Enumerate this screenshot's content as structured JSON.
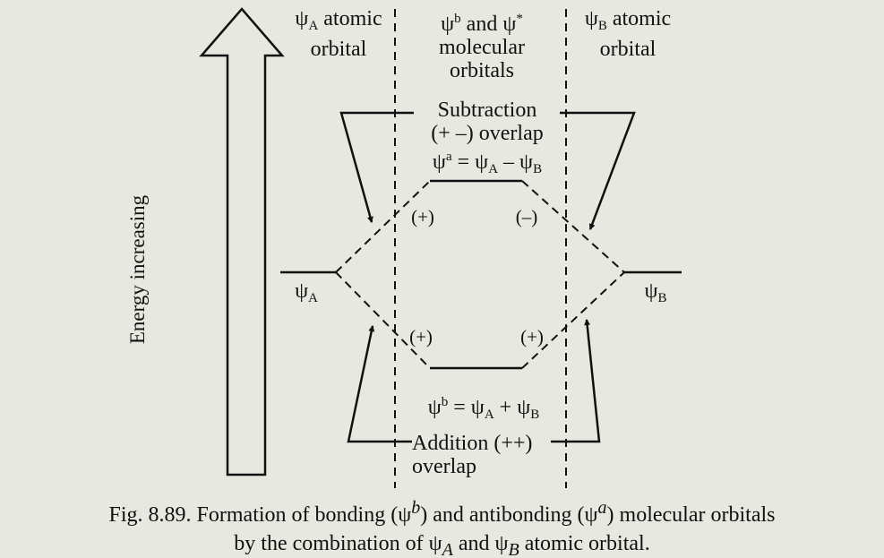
{
  "columns": {
    "left_line1": "atomic",
    "left_line2": "orbital",
    "left_symbol": "ψ",
    "left_sub": "A",
    "middle_line1": "and",
    "middle_line2": "molecular",
    "middle_line3": "orbitals",
    "middle_symbol": "ψ",
    "middle_sup_b": "b",
    "middle_sup_star": "*",
    "right_line1": "atomic",
    "right_line2": "orbital",
    "right_symbol": "ψ",
    "right_sub": "B"
  },
  "energy_arrow": {
    "label": "Energy increasing"
  },
  "levels": {
    "left_symbol": "ψ",
    "left_sub": "A",
    "right_symbol": "ψ",
    "right_sub": "B"
  },
  "subtraction": {
    "line1": "Subtraction",
    "line2": "(+ –) overlap",
    "eq_lhs": "ψ",
    "eq_lhs_sup": "a",
    "eq_rhs": "= ψ",
    "eq_a": "A",
    "eq_minus": " – ψ",
    "eq_b": "B"
  },
  "addition": {
    "line1": "Addition (++)",
    "line2": "overlap",
    "eq_lhs": "ψ",
    "eq_lhs_sup": "b",
    "eq_rhs": "= ψ",
    "eq_a": "A",
    "eq_plus": " + ψ",
    "eq_b": "B"
  },
  "signs": {
    "upper_left": "(+)",
    "upper_right": "(–)",
    "lower_left": "(+)",
    "lower_right": "(+)"
  },
  "caption": {
    "line1_a": "Fig. 8.89. Formation of bonding (",
    "line1_psi_b": "ψ",
    "line1_sup_b": "b",
    "line1_b": ") and antibonding (",
    "line1_psi_a": "ψ",
    "line1_sup_a": "a",
    "line1_c": ") molecular orbitals",
    "line2_a": "by the combination of ",
    "line2_psi_A": "ψ",
    "line2_sub_A": "A",
    "line2_b": " and ",
    "line2_psi_B": "ψ",
    "line2_sub_B": "B",
    "line2_c": " atomic orbital."
  }
}
